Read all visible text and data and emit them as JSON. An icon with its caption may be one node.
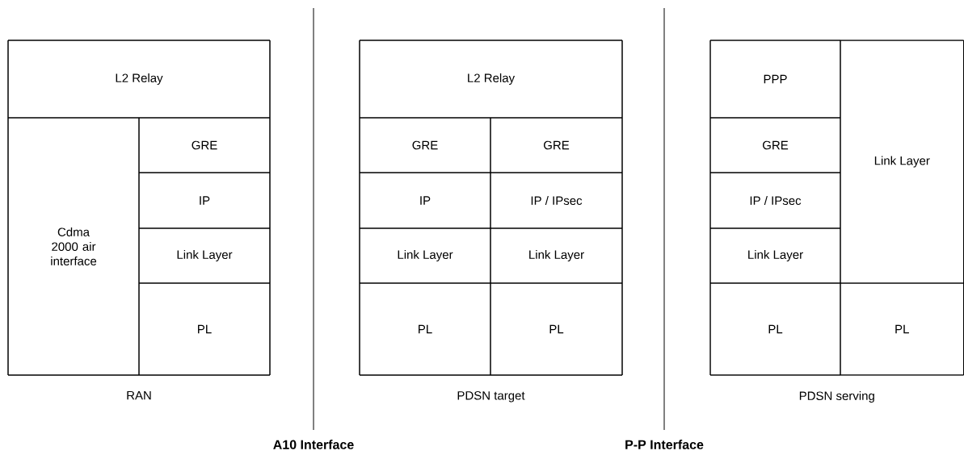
{
  "diagram": {
    "nodes": [
      {
        "text": [
          "RAN"
        ]
      },
      {
        "text": [
          "L2 Relay"
        ],
        "in": 0
      },
      {
        "text": [
          "Cdma 2000 air interface"
        ],
        "in": 0
      },
      {
        "text": [
          "GRE"
        ],
        "in": 0
      },
      {
        "text": [
          "IP"
        ],
        "in": 0
      },
      {
        "text": [
          "Link Layer"
        ],
        "in": 0
      },
      {
        "text": [
          "PL"
        ],
        "in": 0
      },
      {
        "text": [
          "PDSN target"
        ]
      },
      {
        "text": [
          "L2 Relay"
        ],
        "in": 7
      },
      {
        "text": [
          "GRE"
        ],
        "in": 7
      },
      {
        "text": [
          "GRE"
        ],
        "in": 7
      },
      {
        "text": [
          "IP"
        ],
        "in": 7
      },
      {
        "text": [
          "IP / IPsec"
        ],
        "in": 7
      },
      {
        "text": [
          "Link Layer"
        ],
        "in": 7
      },
      {
        "text": [
          "Link Layer"
        ],
        "in": 7
      },
      {
        "text": [
          "PL"
        ],
        "in": 7
      },
      {
        "text": [
          "PL"
        ],
        "in": 7
      },
      {
        "text": [
          "PDSN serving"
        ]
      },
      {
        "text": [
          "PPP"
        ],
        "in": 17
      },
      {
        "text": [
          "Link Layer"
        ],
        "in": 17
      },
      {
        "text": [
          "GRE"
        ],
        "in": 17
      },
      {
        "text": [
          "IP / IPsec"
        ],
        "in": 17
      },
      {
        "text": [
          "Link Layer"
        ],
        "in": 17
      },
      {
        "text": [
          "PL"
        ],
        "in": 17
      },
      {
        "text": [
          "PL"
        ],
        "in": 17
      }
    ],
    "labels": [
      "A10 Interface",
      "P-P Interface"
    ]
  }
}
